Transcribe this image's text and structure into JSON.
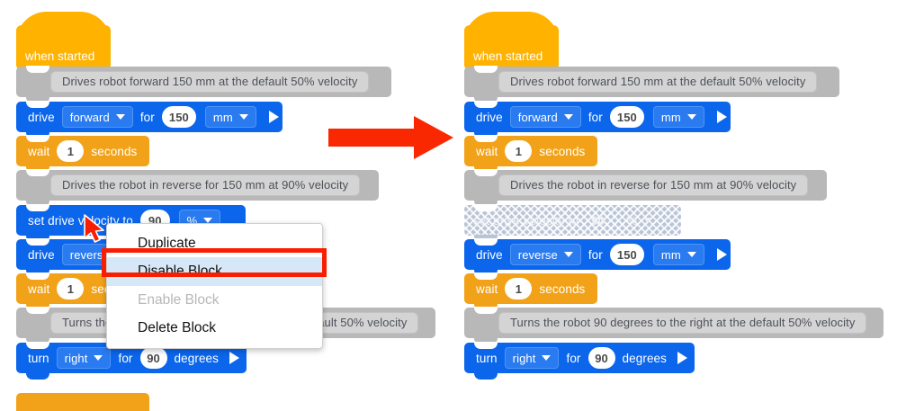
{
  "panels": {
    "before": {
      "name": "before-state",
      "blocks": [
        {
          "type": "hat",
          "label": "when started"
        },
        {
          "type": "comment",
          "text": "Drives robot forward 150 mm at the default 50% velocity"
        },
        {
          "type": "drive",
          "verb": "drive",
          "direction": "forward",
          "for_label": "for",
          "amount": "150",
          "unit": "mm",
          "has_play": true
        },
        {
          "type": "wait",
          "verb": "wait",
          "amount": "1",
          "unit_label": "seconds"
        },
        {
          "type": "comment",
          "text": "Drives the robot in reverse for 150 mm at 90% velocity"
        },
        {
          "type": "velocity",
          "label": "set drive velocity to",
          "amount": "90",
          "unit": "%",
          "disabled": false
        },
        {
          "type": "drive",
          "verb": "drive",
          "direction": "reverse",
          "for_label": "for",
          "amount": "150",
          "unit": "mm",
          "has_play": true
        },
        {
          "type": "wait",
          "verb": "wait",
          "amount": "1",
          "unit_label": "seconds"
        },
        {
          "type": "comment",
          "text": "Turns the robot 90 degrees to the right at the default 50% velocity"
        },
        {
          "type": "turn",
          "verb": "turn",
          "direction": "right",
          "for_label": "for",
          "amount": "90",
          "unit_label": "degrees",
          "has_play": true
        }
      ]
    },
    "after": {
      "name": "after-state",
      "blocks": [
        {
          "type": "hat",
          "label": "when started"
        },
        {
          "type": "comment",
          "text": "Drives robot forward 150 mm at the default 50% velocity"
        },
        {
          "type": "drive",
          "verb": "drive",
          "direction": "forward",
          "for_label": "for",
          "amount": "150",
          "unit": "mm",
          "has_play": true
        },
        {
          "type": "wait",
          "verb": "wait",
          "amount": "1",
          "unit_label": "seconds"
        },
        {
          "type": "comment",
          "text": "Drives the robot in reverse for 150 mm at 90% velocity"
        },
        {
          "type": "velocity",
          "label": "set drive velocity to",
          "amount": "90",
          "unit": "%",
          "disabled": true
        },
        {
          "type": "drive",
          "verb": "drive",
          "direction": "reverse",
          "for_label": "for",
          "amount": "150",
          "unit": "mm",
          "has_play": true
        },
        {
          "type": "wait",
          "verb": "wait",
          "amount": "1",
          "unit_label": "seconds"
        },
        {
          "type": "comment",
          "text": "Turns the robot 90 degrees to the right at the default 50% velocity"
        },
        {
          "type": "turn",
          "verb": "turn",
          "direction": "right",
          "for_label": "for",
          "amount": "90",
          "unit_label": "degrees",
          "has_play": true
        }
      ]
    }
  },
  "context_menu": {
    "items": [
      {
        "label": "Duplicate",
        "state": "normal"
      },
      {
        "label": "Disable Block",
        "state": "selected"
      },
      {
        "label": "Enable Block",
        "state": "disabled"
      },
      {
        "label": "Delete Block",
        "state": "normal"
      }
    ]
  },
  "annotations": {
    "transition_arrow_icon": "right-arrow-icon",
    "highlight_color": "#fa1e00",
    "cursor_icon": "mouse-pointer-icon"
  },
  "colors": {
    "motion_block": "#0b66ec",
    "control_block": "#f2a218",
    "event_block": "#ffb200",
    "comment_block": "#b8b8b8",
    "disabled_block": "#b9c4d6",
    "menu_highlight": "#d6e8f7",
    "annotation_red": "#fa1e00"
  }
}
